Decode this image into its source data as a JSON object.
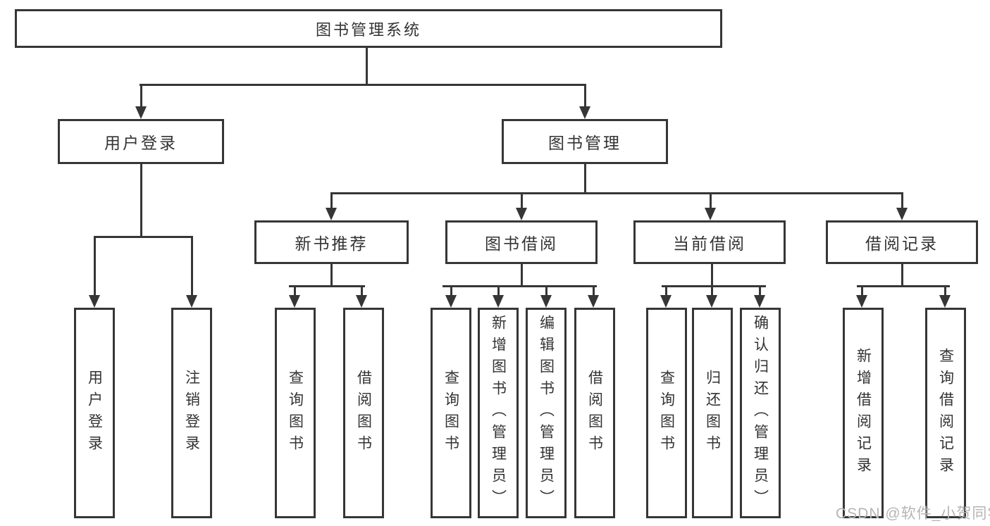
{
  "diagram": {
    "nodes": {
      "root": "图书管理系统",
      "user_login": "用户登录",
      "book_mgmt": "图书管理",
      "new_book_rec": "新书推荐",
      "book_borrow": "图书借阅",
      "current_borrow": "当前借阅",
      "borrow_records": "借阅记录"
    },
    "leaves": {
      "user_login": [
        "用户登录",
        "注销登录"
      ],
      "new_book_rec": [
        "查询图书",
        "借阅图书"
      ],
      "book_borrow": [
        "查询图书",
        "新增图书（管理员）",
        "编辑图书（管理员）",
        "借阅图书"
      ],
      "current_borrow": [
        "查询图书",
        "归还图书",
        "确认归还（管理员）"
      ],
      "borrow_records": [
        "新增借阅记录",
        "查询借阅记录"
      ]
    },
    "watermark": "CSDN @软件_小贺同学",
    "colors": {
      "line": "#363636",
      "text": "#333333",
      "watermark": "#b5b5b5",
      "background": "#ffffff"
    }
  }
}
